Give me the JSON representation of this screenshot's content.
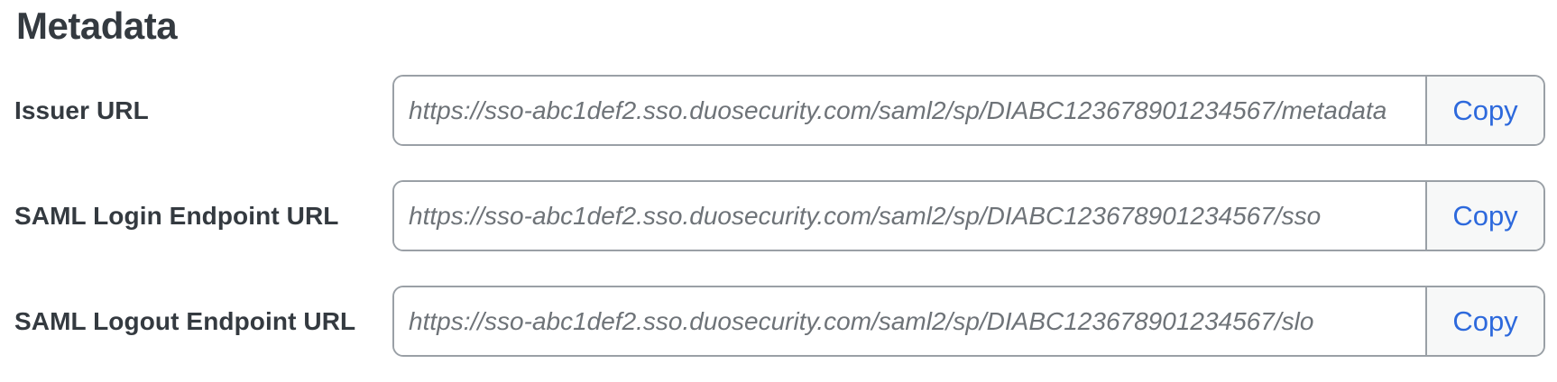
{
  "section": {
    "title": "Metadata"
  },
  "rows": [
    {
      "label": "Issuer URL",
      "value": "https://sso-abc1def2.sso.duosecurity.com/saml2/sp/DIABC123678901234567/metadata",
      "copy_label": "Copy"
    },
    {
      "label": "SAML Login Endpoint URL",
      "value": "https://sso-abc1def2.sso.duosecurity.com/saml2/sp/DIABC123678901234567/sso",
      "copy_label": "Copy"
    },
    {
      "label": "SAML Logout Endpoint URL",
      "value": "https://sso-abc1def2.sso.duosecurity.com/saml2/sp/DIABC123678901234567/slo",
      "copy_label": "Copy"
    }
  ],
  "colors": {
    "heading_text": "#343a40",
    "label_text": "#343a40",
    "url_text": "#6e7378",
    "field_border": "#9aa0a6",
    "copy_button_bg": "#f7f8f8",
    "copy_button_text": "#2d69dc",
    "background": "#ffffff"
  }
}
